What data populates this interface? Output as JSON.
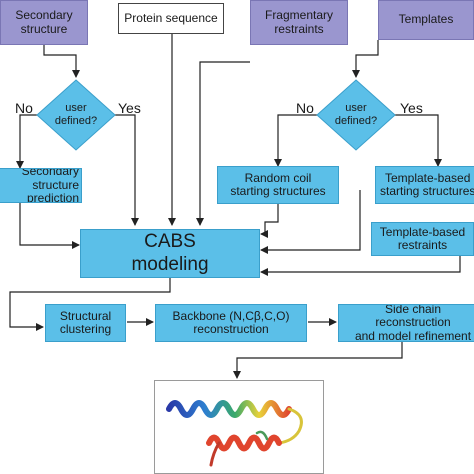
{
  "nodes": {
    "secondary_structure": "Secondary\nstructure",
    "protein_sequence": "Protein sequence",
    "fragmentary_restraints": "Fragmentary\nrestraints",
    "templates": "Templates",
    "user_defined_left": "user\ndefined?",
    "user_defined_right": "user\ndefined?",
    "ss_prediction": "Secondary structure\nprediction",
    "random_coil": "Random coil\nstarting structures",
    "template_based_starting": "Template-based\nstarting structures",
    "template_based_restraints": "Template-based\nrestraints",
    "cabs_modeling": "CABS\nmodeling",
    "structural_clustering": "Structural\nclustering",
    "backbone_reconstruction": "Backbone (N,Cβ,C,O)\nreconstruction",
    "side_chain_reconstruction": "Side chain reconstruction\nand model refinement"
  },
  "decision_labels": {
    "left_no": "No",
    "left_yes": "Yes",
    "right_no": "No",
    "right_yes": "Yes"
  },
  "colors": {
    "input_box": "#9a96cf",
    "process_box": "#5bbfe8",
    "arrow": "#222222"
  }
}
